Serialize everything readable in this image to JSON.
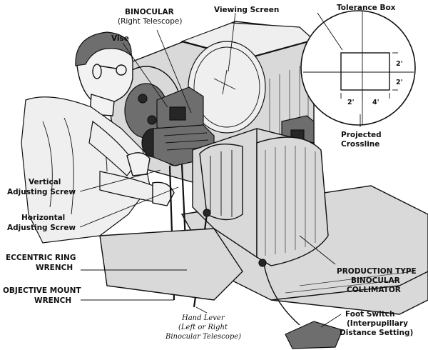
{
  "labels": {
    "binocular_line1": "BINOCULAR",
    "binocular_line2": "(Right Telescope)",
    "vise": "Vise",
    "viewing_screen": "Viewing Screen",
    "tolerance_box": "Tolerance Box",
    "projected_crossline_line1": "Projected",
    "projected_crossline_line2": "Crossline",
    "vertical_screw_line1": "Vertical",
    "vertical_screw_line2": "Adjusting Screw",
    "horizontal_screw_line1": "Horizontal",
    "horizontal_screw_line2": "Adjusting Screw",
    "eccentric_line1": "ECCENTRIC RING",
    "eccentric_line2": "WRENCH",
    "objective_line1": "OBJECTIVE MOUNT",
    "objective_line2": "WRENCH",
    "hand_lever_line1": "Hand Lever",
    "hand_lever_line2": "(Left or Right",
    "hand_lever_line3": "Binocular Telescope)",
    "production_line1": "PRODUCTION TYPE",
    "production_line2": "BINOCULAR",
    "production_line3": "COLLIMATOR",
    "foot_switch_line1": "Foot Switch",
    "foot_switch_line2": "(Interpupillary",
    "foot_switch_line3": "Distance Setting)"
  },
  "tolerance_dims": {
    "right_upper": "2'",
    "right_lower": "2'",
    "bottom_left": "2'",
    "bottom_right": "4'"
  }
}
